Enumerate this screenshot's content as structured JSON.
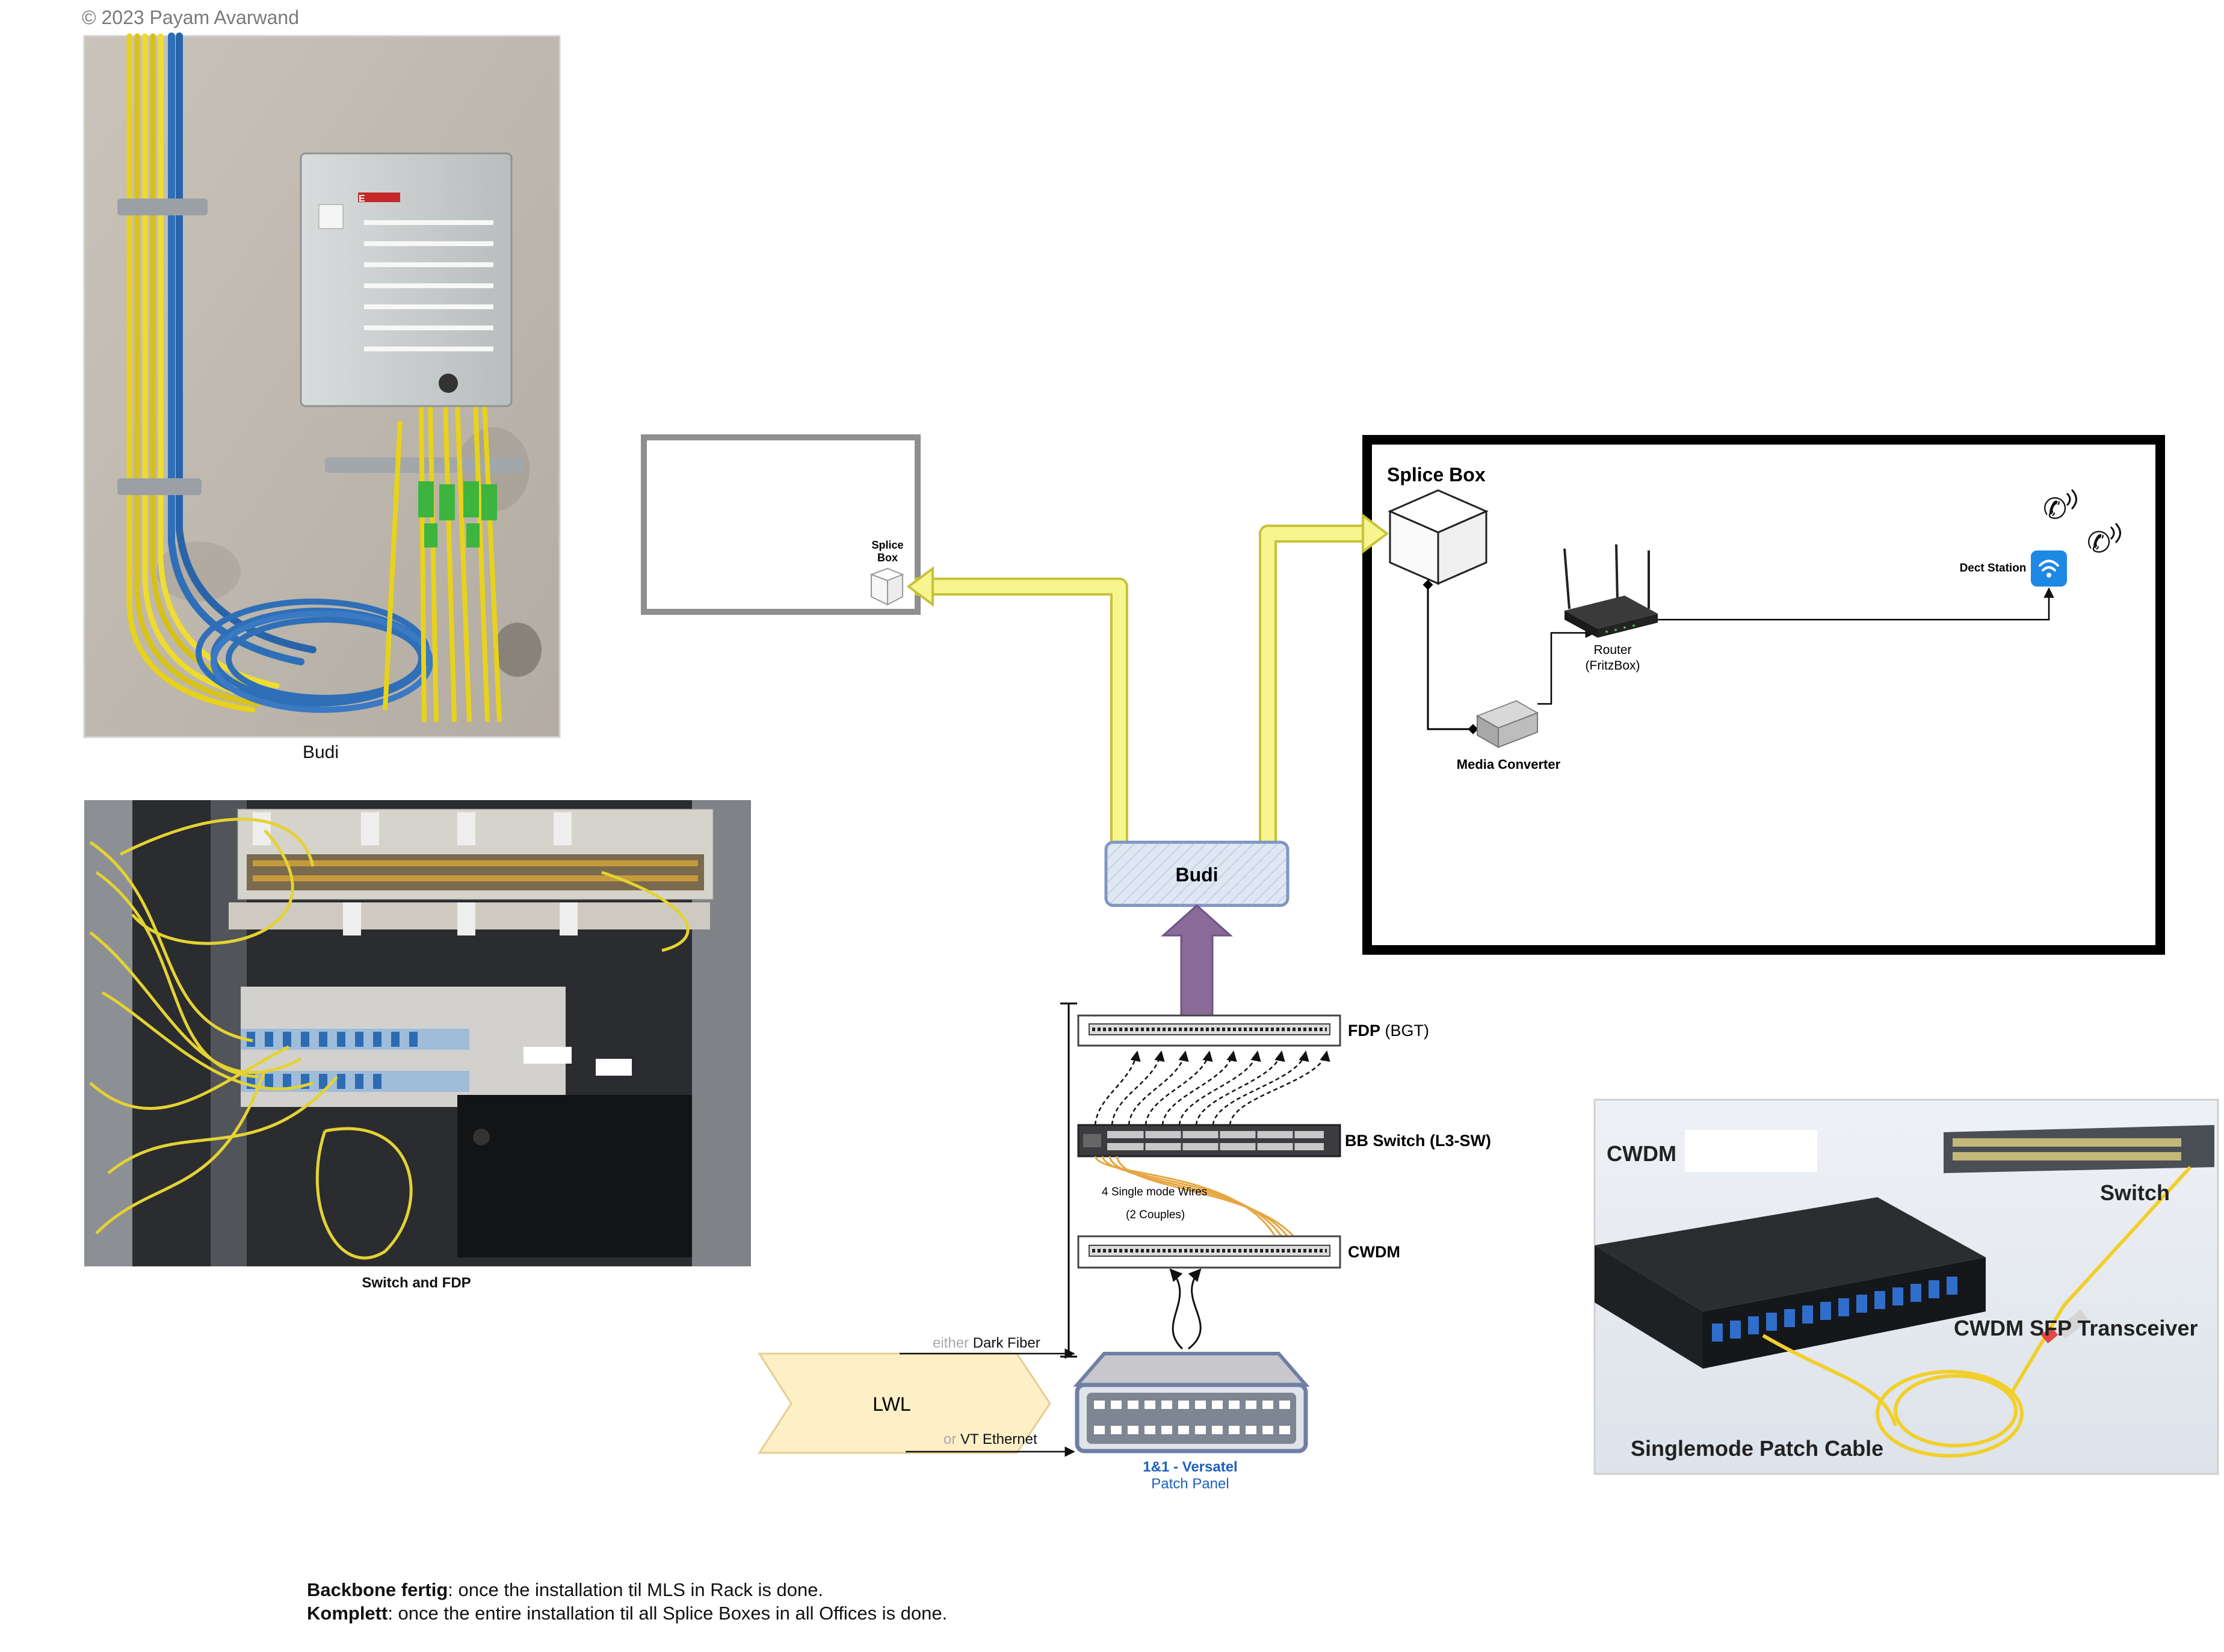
{
  "copyright": "© 2023 Payam Avarwand",
  "photos": {
    "budi": {
      "caption": "Budi",
      "badge": "E"
    },
    "rack": {
      "caption": "Switch and FDP"
    },
    "cwdm": {
      "label_cwdm": "CWDM",
      "label_switch": "Switch",
      "label_sfp": "CWDM SFP Transceiver",
      "label_patch": "Singlemode Patch Cable"
    }
  },
  "left_box": {
    "splice_label_1": "Splice",
    "splice_label_2": "Box"
  },
  "right_box": {
    "splice_title": "Splice Box",
    "router_line1": "Router",
    "router_line2": "(FritzBox)",
    "media_converter": "Media Converter",
    "dect_station": "Dect Station"
  },
  "budi_node": {
    "label": "Budi"
  },
  "rack": {
    "fdp_bold": "FDP",
    "fdp_rest": " (BGT)",
    "switch_label": "BB Switch (L3-SW)",
    "wires_line1": "4 Single mode Wires",
    "wires_line2": "(2 Couples)",
    "cwdm_label": "CWDM"
  },
  "lwl": {
    "label": "LWL",
    "either": "either",
    "dark_fiber": " Dark Fiber",
    "or": "or",
    "vt_ethernet": " VT Ethernet"
  },
  "patch_panel": {
    "line1": "1&1 - Versatel",
    "line2": "Patch Panel"
  },
  "notes": {
    "line1_bold": "Backbone fertig",
    "line1_rest": ": once the installation til MLS in Rack is done.",
    "line2_bold": "Komplett",
    "line2_rest": ": once the entire installation til all Splice Boxes in all Offices is done."
  },
  "colors": {
    "yellow_link": "#f6f58e",
    "yellow_stroke": "#c8c23a",
    "purple_arrow": "#8a6a98",
    "budi_fill": "#dfe7f3",
    "budi_stroke": "#7d95c2",
    "lwl_fill": "#fdefc6",
    "blue_text": "#1d5fbf",
    "wifi_blue": "#1e88e5"
  }
}
